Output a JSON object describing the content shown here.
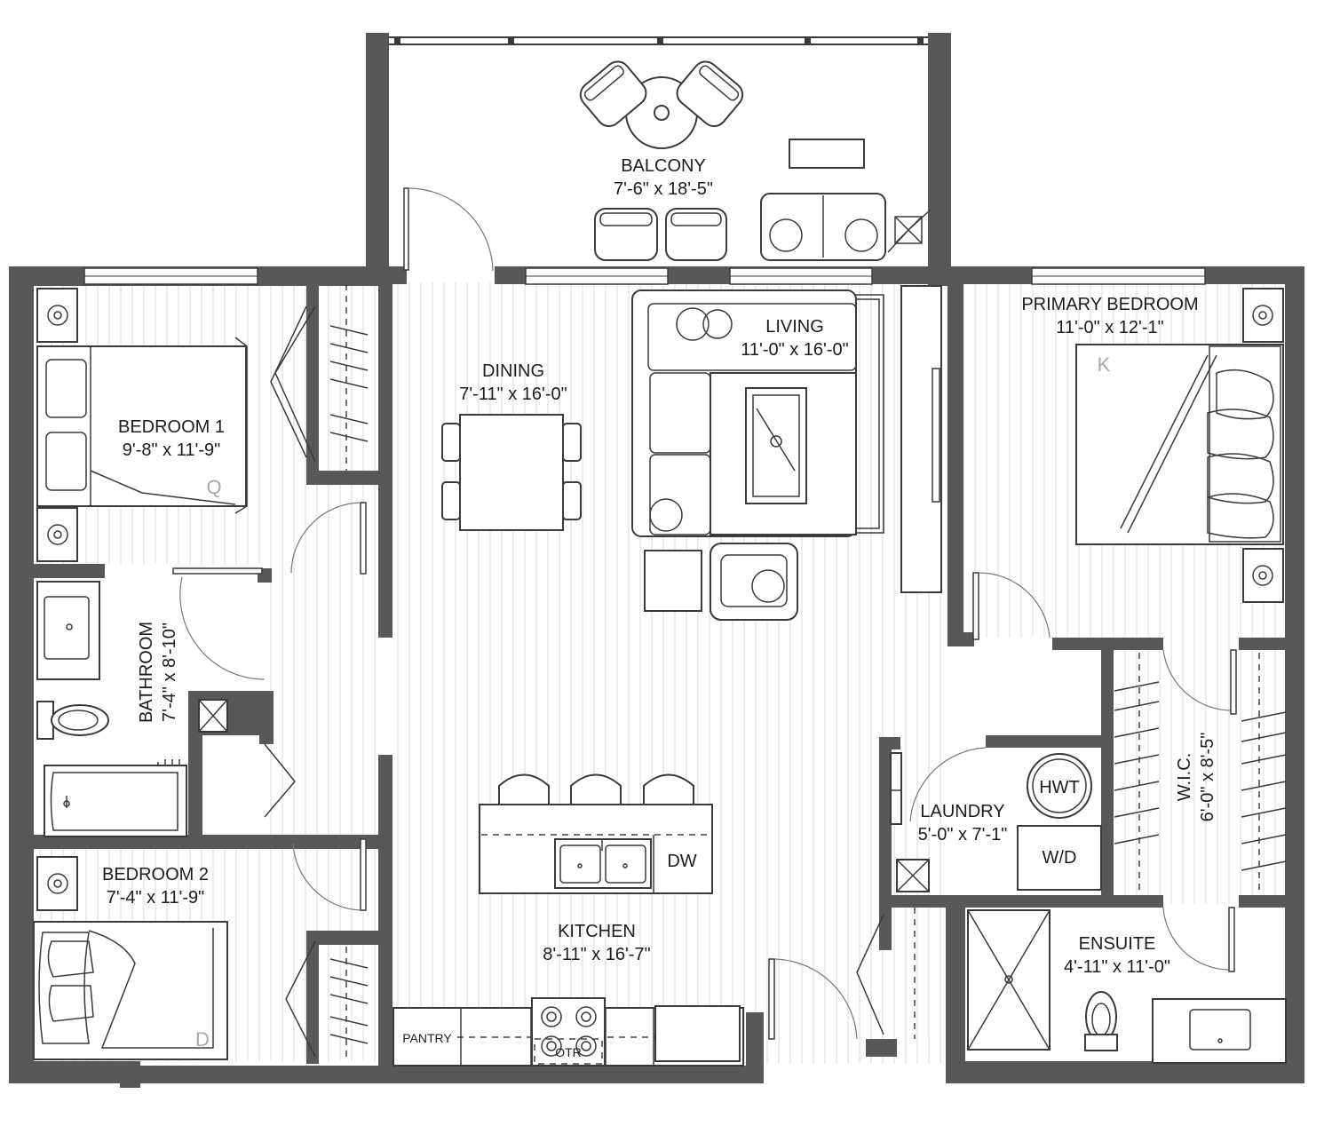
{
  "rooms": {
    "balcony": {
      "name": "BALCONY",
      "size": "7'-6\" x 18'-5\""
    },
    "dining": {
      "name": "DINING",
      "size": "7'-11\" x 16'-0\""
    },
    "living": {
      "name": "LIVING",
      "size": "11'-0\" x 16'-0\""
    },
    "primary": {
      "name": "PRIMARY BEDROOM",
      "size": "11'-0\" x 12'-1\""
    },
    "bedroom1": {
      "name": "BEDROOM 1",
      "size": "9'-8\" x 11'-9\""
    },
    "bathroom": {
      "name": "BATHROOM",
      "size": "7'-4\" x 8'-10\""
    },
    "bedroom2": {
      "name": "BEDROOM 2",
      "size": "7'-4\" x 11'-9\""
    },
    "kitchen": {
      "name": "KITCHEN",
      "size": "8'-11\" x 16'-7\""
    },
    "laundry": {
      "name": "LAUNDRY",
      "size": "5'-0\" x 7'-1\""
    },
    "wic": {
      "name": "W.I.C.",
      "size": "6'-0\" x 8'-5\""
    },
    "ensuite": {
      "name": "ENSUITE",
      "size": "4'-11\" x 11'-0\""
    }
  },
  "fixtures": {
    "hwt": "HWT",
    "wd": "W/D",
    "dw": "DW",
    "pantry": "PANTRY",
    "otr": "OTR"
  },
  "bed_sizes": {
    "primary": "K",
    "bedroom1": "Q",
    "bedroom2": "D"
  },
  "colors": {
    "wall": "#58585a",
    "floor_line": "#d9d9d9",
    "outline": "#3a3a3a"
  }
}
